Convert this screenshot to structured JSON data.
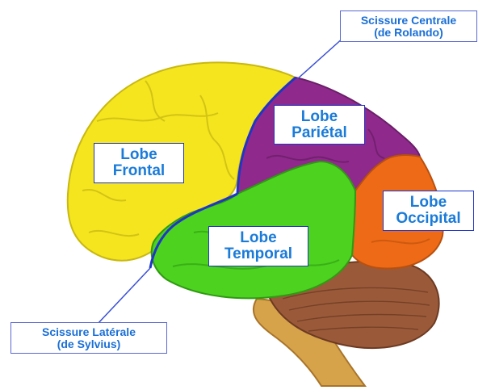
{
  "lobes": {
    "frontal": {
      "line1": "Lobe",
      "line2": "Frontal",
      "color": "#f5e51e"
    },
    "parietal": {
      "line1": "Lobe",
      "line2": "Pariétal",
      "color": "#8f2a8c"
    },
    "occipital": {
      "line1": "Lobe",
      "line2": "Occipital",
      "color": "#ee6a16"
    },
    "temporal": {
      "line1": "Lobe",
      "line2": "Temporal",
      "color": "#4cd21f"
    }
  },
  "fissures": {
    "central": {
      "line1": "Scissure Centrale",
      "line2": "(de Rolando)"
    },
    "laterale": {
      "line1": "Scissure Latérale",
      "line2": "(de Sylvius)"
    }
  },
  "colors": {
    "cerebellum": "#9a5a3a",
    "brainstem": "#d6a24a",
    "fissure_line": "#1f35c8",
    "label_text": "#1a7bd8"
  }
}
